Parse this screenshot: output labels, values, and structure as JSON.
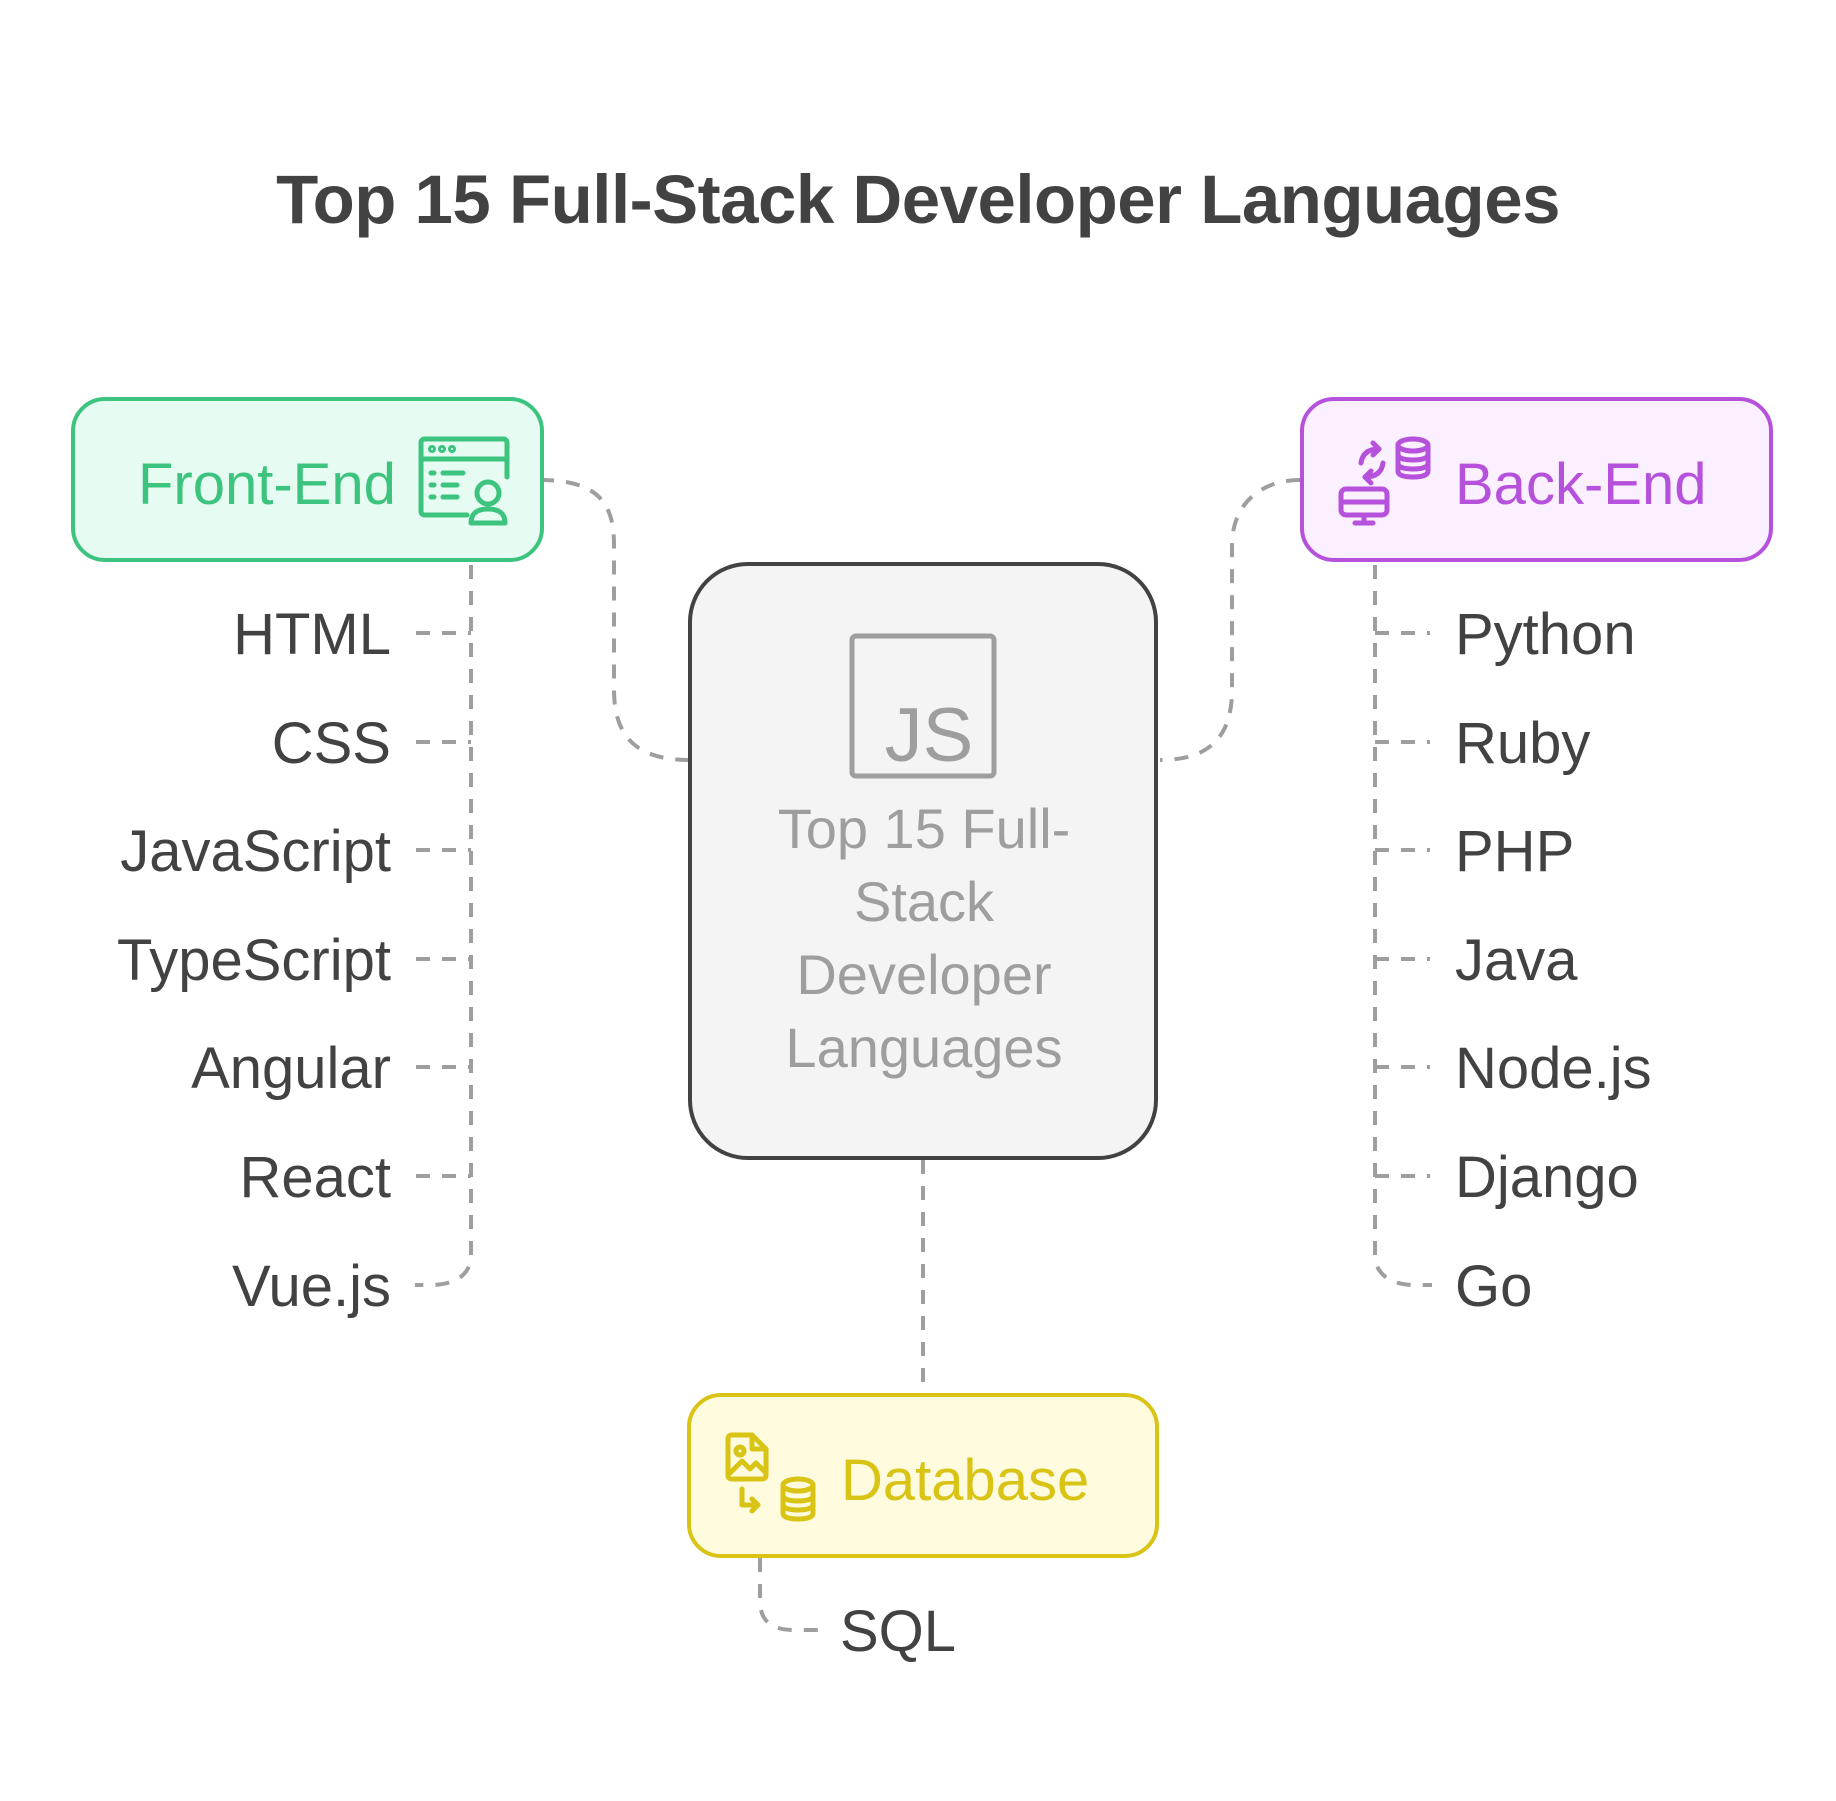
{
  "title": "Top 15 Full-Stack Developer Languages",
  "center": {
    "label_lines": [
      "Top 15 Full-",
      "Stack",
      "Developer",
      "Languages"
    ],
    "icon_text": "JS",
    "icon": "js-file-icon"
  },
  "categories": {
    "front_end": {
      "label": "Front-End",
      "icon": "browser-user-icon",
      "color": "#3cc47f",
      "fill": "#e6fbf1",
      "items": [
        "HTML",
        "CSS",
        "JavaScript",
        "TypeScript",
        "Angular",
        "React",
        "Vue.js"
      ]
    },
    "back_end": {
      "label": "Back-End",
      "icon": "server-sync-icon",
      "color": "#b651db",
      "fill": "#fbf0ff",
      "items": [
        "Python",
        "Ruby",
        "PHP",
        "Java",
        "Node.js",
        "Django",
        "Go"
      ]
    },
    "database": {
      "label": "Database",
      "icon": "database-transfer-icon",
      "color": "#d9c415",
      "fill": "#fffbdf",
      "items": [
        "SQL"
      ]
    }
  },
  "colors": {
    "title": "#424242",
    "text": "#424242",
    "center_border": "#424242",
    "center_fill": "#f4f4f4",
    "center_text": "#9e9e9e",
    "connector": "#9e9e9e"
  }
}
